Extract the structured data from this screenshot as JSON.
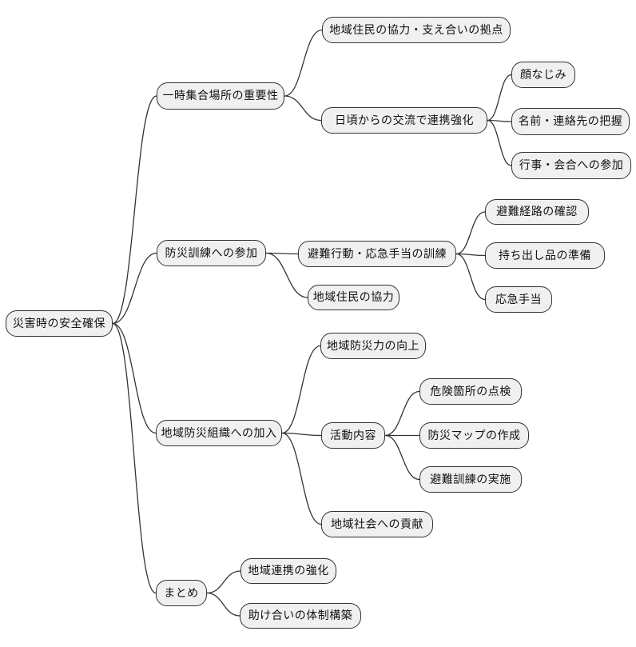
{
  "diagram": {
    "type": "mindmap",
    "direction": "left-to-right"
  },
  "colors": {
    "background": "#ffffff",
    "node_fill": "#f0f0f0",
    "node_border": "#333333",
    "edge": "#333333",
    "text": "#111111"
  },
  "nodes": [
    {
      "id": "root",
      "label": "災害時の安全確保"
    },
    {
      "id": "b1",
      "label": "一時集合場所の重要性"
    },
    {
      "id": "b1c1",
      "label": "地域住民の協力・支え合いの拠点"
    },
    {
      "id": "b1c2",
      "label": "日頃からの交流で連携強化"
    },
    {
      "id": "b1c2a",
      "label": "顔なじみ"
    },
    {
      "id": "b1c2b",
      "label": "名前・連絡先の把握"
    },
    {
      "id": "b1c2c",
      "label": "行事・会合への参加"
    },
    {
      "id": "b2",
      "label": "防災訓練への参加"
    },
    {
      "id": "b2c1",
      "label": "避難行動・応急手当の訓練"
    },
    {
      "id": "b2c1a",
      "label": "避難経路の確認"
    },
    {
      "id": "b2c1b",
      "label": "持ち出し品の準備"
    },
    {
      "id": "b2c1c",
      "label": "応急手当"
    },
    {
      "id": "b2c2",
      "label": "地域住民の協力"
    },
    {
      "id": "b3",
      "label": "地域防災組織への加入"
    },
    {
      "id": "b3c1",
      "label": "地域防災力の向上"
    },
    {
      "id": "b3c2",
      "label": "活動内容"
    },
    {
      "id": "b3c2a",
      "label": "危険箇所の点検"
    },
    {
      "id": "b3c2b",
      "label": "防災マップの作成"
    },
    {
      "id": "b3c2c",
      "label": "避難訓練の実施"
    },
    {
      "id": "b3c3",
      "label": "地域社会への貢献"
    },
    {
      "id": "b4",
      "label": "まとめ"
    },
    {
      "id": "b4c1",
      "label": "地域連携の強化"
    },
    {
      "id": "b4c2",
      "label": "助け合いの体制構築"
    }
  ],
  "tree": {
    "label": "災害時の安全確保",
    "children": [
      {
        "label": "一時集合場所の重要性",
        "children": [
          {
            "label": "地域住民の協力・支え合いの拠点",
            "children": []
          },
          {
            "label": "日頃からの交流で連携強化",
            "children": [
              {
                "label": "顔なじみ",
                "children": []
              },
              {
                "label": "名前・連絡先の把握",
                "children": []
              },
              {
                "label": "行事・会合への参加",
                "children": []
              }
            ]
          }
        ]
      },
      {
        "label": "防災訓練への参加",
        "children": [
          {
            "label": "避難行動・応急手当の訓練",
            "children": [
              {
                "label": "避難経路の確認",
                "children": []
              },
              {
                "label": "持ち出し品の準備",
                "children": []
              },
              {
                "label": "応急手当",
                "children": []
              }
            ]
          },
          {
            "label": "地域住民の協力",
            "children": []
          }
        ]
      },
      {
        "label": "地域防災組織への加入",
        "children": [
          {
            "label": "地域防災力の向上",
            "children": []
          },
          {
            "label": "活動内容",
            "children": [
              {
                "label": "危険箇所の点検",
                "children": []
              },
              {
                "label": "防災マップの作成",
                "children": []
              },
              {
                "label": "避難訓練の実施",
                "children": []
              }
            ]
          },
          {
            "label": "地域社会への貢献",
            "children": []
          }
        ]
      },
      {
        "label": "まとめ",
        "children": [
          {
            "label": "地域連携の強化",
            "children": []
          },
          {
            "label": "助け合いの体制構築",
            "children": []
          }
        ]
      }
    ]
  }
}
